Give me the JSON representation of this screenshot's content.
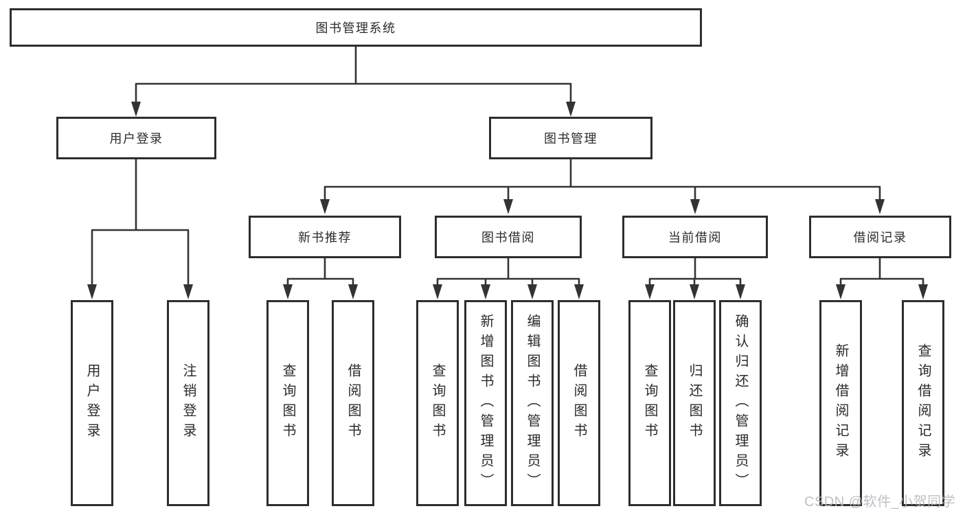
{
  "tree": {
    "root": {
      "label": "图书管理系统"
    },
    "level2": [
      {
        "label": "用户登录",
        "children": [
          {
            "label": "用户登录"
          },
          {
            "label": "注销登录"
          }
        ]
      },
      {
        "label": "图书管理",
        "children": [
          {
            "label": "新书推荐",
            "children": [
              {
                "label": "查询图书"
              },
              {
                "label": "借阅图书"
              }
            ]
          },
          {
            "label": "图书借阅",
            "children": [
              {
                "label": "查询图书"
              },
              {
                "label": "新增图书（管理员）"
              },
              {
                "label": "编辑图书（管理员）"
              },
              {
                "label": "借阅图书"
              }
            ]
          },
          {
            "label": "当前借阅",
            "children": [
              {
                "label": "查询图书"
              },
              {
                "label": "归还图书"
              },
              {
                "label": "确认归还（管理员）"
              }
            ]
          },
          {
            "label": "借阅记录",
            "children": [
              {
                "label": "新增借阅记录"
              },
              {
                "label": "查询借阅记录"
              }
            ]
          }
        ]
      }
    ]
  },
  "watermark": {
    "text": "CSDN @软件_小贺同学"
  },
  "colors": {
    "line": "#333333",
    "border": "#2d2d2d",
    "text": "#2b2b2b",
    "watermark": "#b3b6bc",
    "background": "#ffffff"
  }
}
